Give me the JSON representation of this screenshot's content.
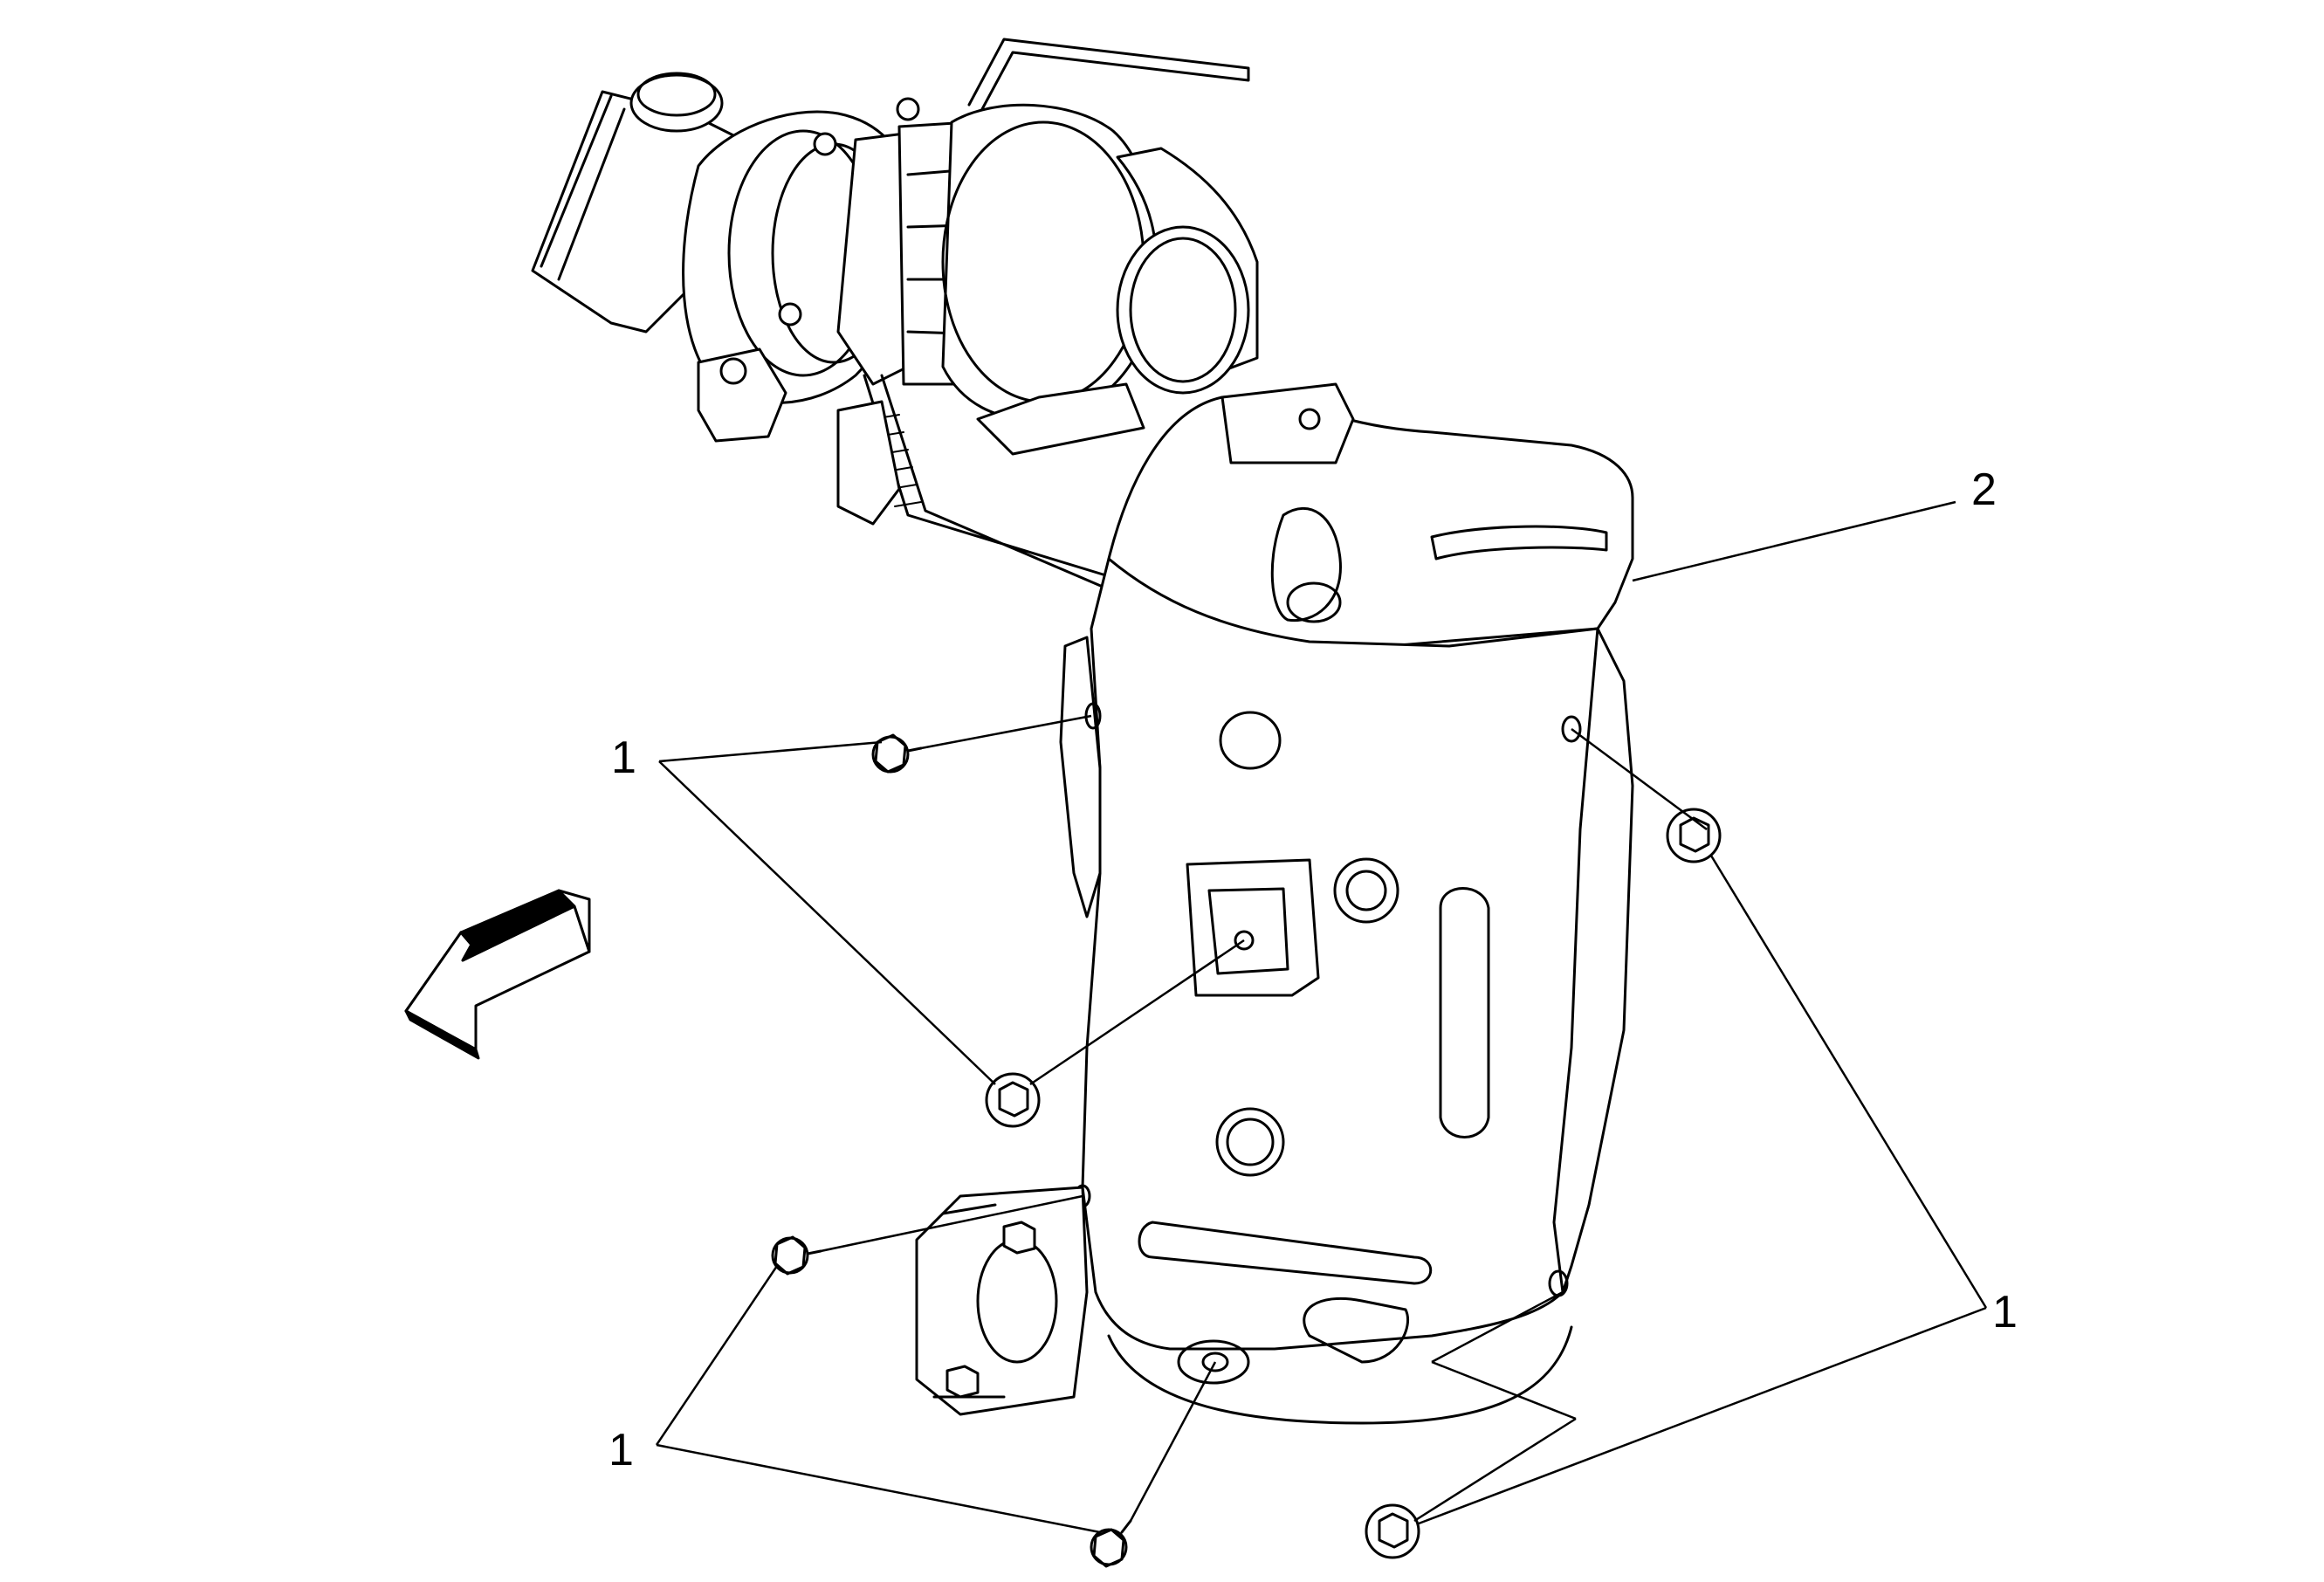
{
  "diagram": {
    "callouts": {
      "bolt_upper_left": "1",
      "bolts_lower_left": "1",
      "bolts_right": "1",
      "heat_shield": "2"
    },
    "colors": {
      "line": "#000000",
      "background": "#ffffff",
      "arrow_fill": "#000000"
    },
    "icons": {
      "direction_arrow": "front-direction-arrow-icon"
    }
  }
}
